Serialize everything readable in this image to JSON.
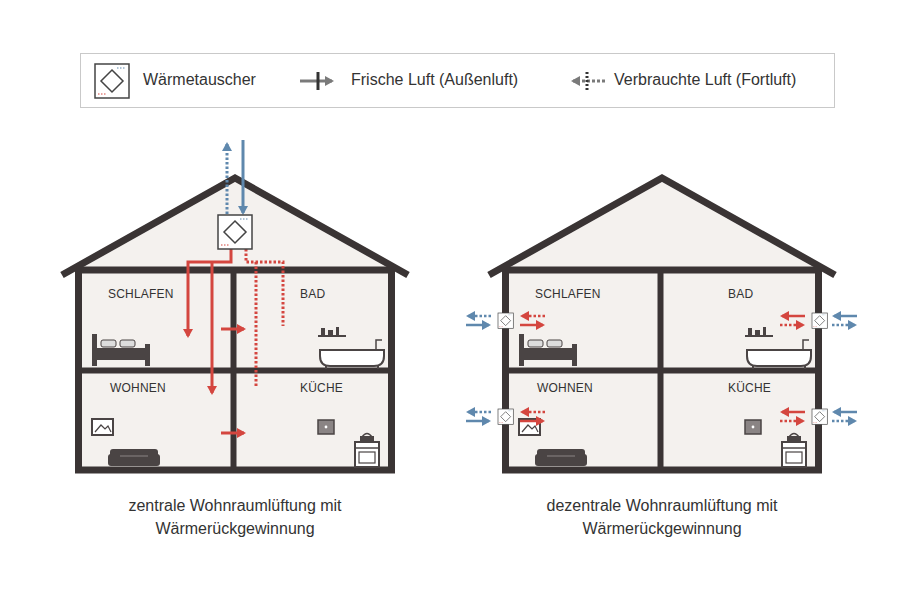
{
  "diagram": {
    "nodes": [
      {
        "text": [
          "SCHLAFEN"
        ]
      },
      {
        "text": [
          "BAD"
        ]
      },
      {
        "text": [
          "WOHNEN"
        ]
      },
      {
        "text": [
          "KÜCHE"
        ]
      },
      {
        "text": [
          "SCHLAFEN"
        ]
      },
      {
        "text": [
          "BAD"
        ]
      },
      {
        "text": [
          "WOHNEN"
        ]
      },
      {
        "text": [
          "KÜCHE"
        ]
      }
    ],
    "labels": [
      "zentrale Wohnraumlüftung mit Wärmerückgewinnung",
      "dezentrale Wohnraumlüftung mit Wärmerückgewinnung"
    ],
    "legend": [
      {
        "text": "Wärmetauscher"
      },
      {
        "text": "Frische Luft (Außenluft)"
      },
      {
        "text": "Verbrauchte Luft (Fortluft)"
      }
    ]
  }
}
